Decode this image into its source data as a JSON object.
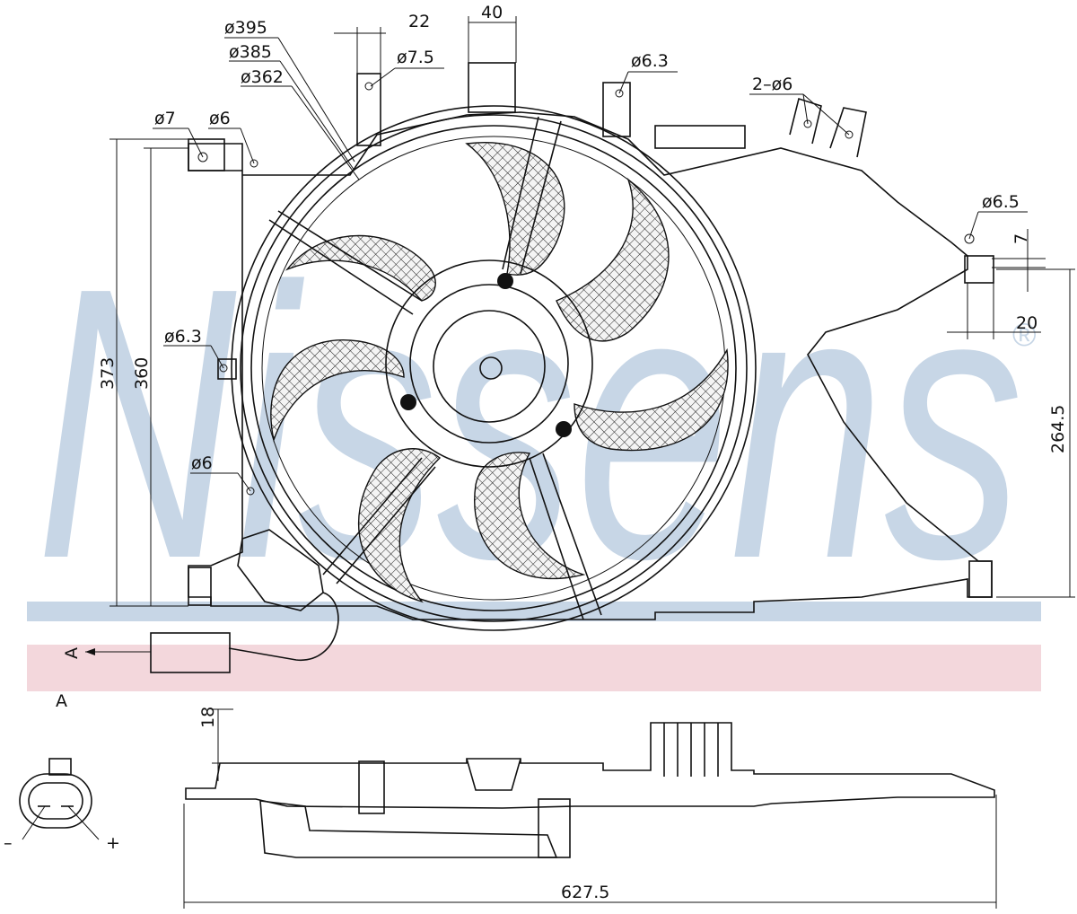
{
  "brand": {
    "watermark": "Nissens",
    "registered_mark": "®",
    "color": "#c7d6e6",
    "band_color": "#f3d7dc"
  },
  "dimensions": {
    "d395": "ø395",
    "d385": "ø385",
    "d362": "ø362",
    "w22": "22",
    "w40": "40",
    "d7_5": "ø7.5",
    "d6_3_top": "ø6.3",
    "two_d6": "2–ø6",
    "d7": "ø7",
    "d6_top": "ø6",
    "d6_5": "ø6.5",
    "h7": "7",
    "h20": "20",
    "d6_3_left": "ø6.3",
    "d6_left": "ø6",
    "h373": "373",
    "h360": "360",
    "h264_5": "264.5",
    "h18": "18",
    "w627_5": "627.5"
  },
  "connector": {
    "view_label": "A",
    "arrow_label": "A",
    "minus": "–",
    "plus": "+"
  }
}
